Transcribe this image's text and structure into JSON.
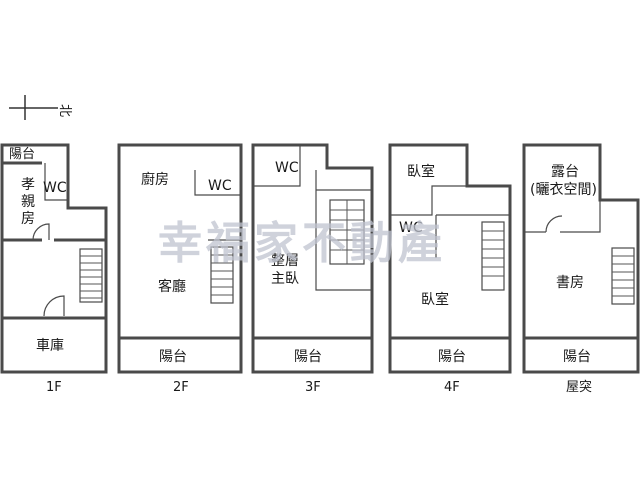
{
  "compass": {
    "label": "北"
  },
  "watermark": "幸福家不動產",
  "colors": {
    "wall": "#4a4a4a",
    "watermark": "#bfc3cf"
  },
  "floors": {
    "f1": {
      "label": "1F",
      "rooms": {
        "balcony": "陽台",
        "filial_room": [
          "孝",
          "親",
          "房"
        ],
        "wc": "WC",
        "garage": "車庫"
      }
    },
    "f2": {
      "label": "2F",
      "rooms": {
        "kitchen": "廚房",
        "wc": "WC",
        "living": "客廳",
        "balcony": "陽台"
      }
    },
    "f3": {
      "label": "3F",
      "rooms": {
        "wc": "WC",
        "master": [
          "整層",
          "主臥"
        ],
        "balcony": "陽台"
      }
    },
    "f4": {
      "label": "4F",
      "rooms": {
        "bedroom_top": "臥室",
        "wc": "WC",
        "bedroom": "臥室",
        "balcony": "陽台"
      }
    },
    "roof": {
      "label": "屋突",
      "rooms": {
        "terrace": [
          "露台",
          "(曬衣空間)"
        ],
        "study": "書房",
        "balcony": "陽台"
      }
    }
  }
}
